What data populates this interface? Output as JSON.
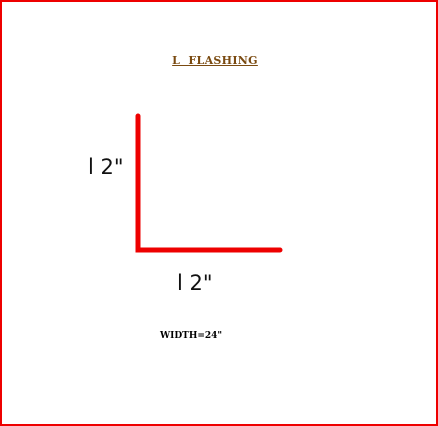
{
  "colors": {
    "frame": "#ee0000",
    "flashing": "#ee0000",
    "title": "#7a4a10",
    "background": "#ffffff"
  },
  "title": "L  FLASHING",
  "leg_vertical_label": "l 2\"",
  "leg_horizontal_label": "l 2\"",
  "width_note": "WIDTH=24\""
}
